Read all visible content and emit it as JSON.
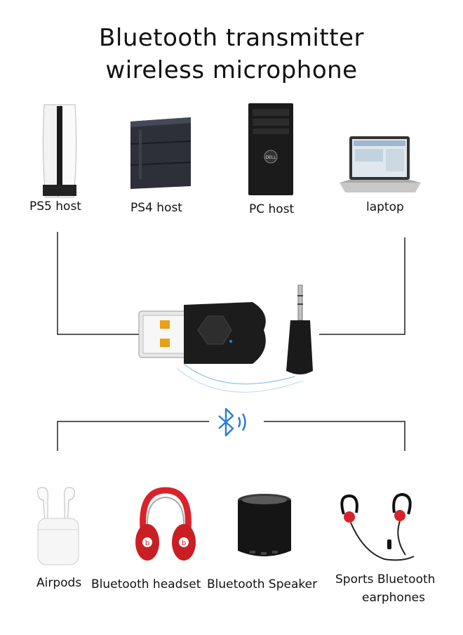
{
  "title": {
    "line1": "Bluetooth transmitter",
    "line2": "wireless microphone"
  },
  "hosts": [
    {
      "label": "PS5 host"
    },
    {
      "label": "PS4 host"
    },
    {
      "label": "PC host"
    },
    {
      "label": "laptop"
    }
  ],
  "outputs": [
    {
      "label": "Airpods"
    },
    {
      "label": "Bluetooth headset"
    },
    {
      "label": "Bluetooth Speaker"
    },
    {
      "label_line1": "Sports Bluetooth",
      "label_line2": "earphones"
    }
  ],
  "pc_brand": "DELL",
  "colors": {
    "bluetooth": "#2a7fd4",
    "headset_red": "#d8232a"
  }
}
